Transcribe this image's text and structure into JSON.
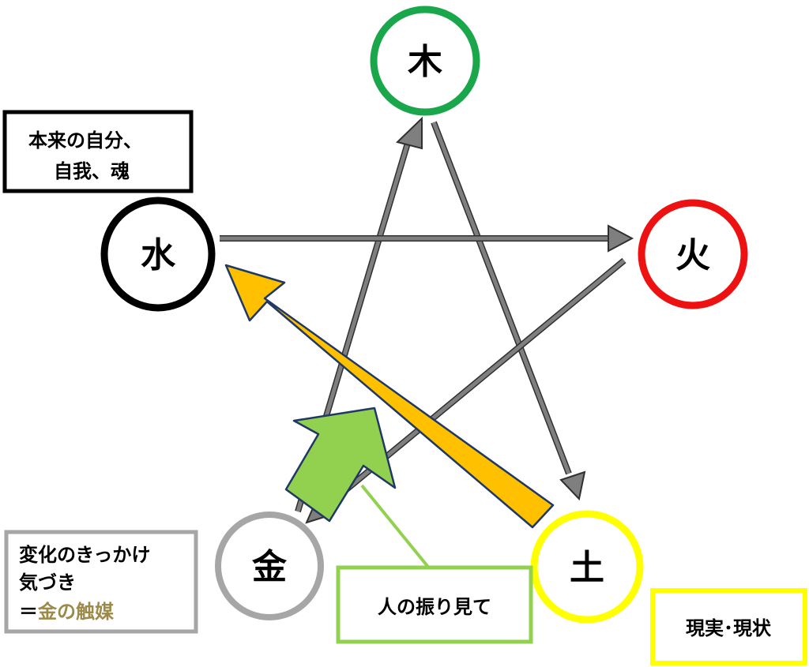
{
  "nodes": {
    "wood": {
      "label": "木",
      "color": "#1aa64a"
    },
    "fire": {
      "label": "火",
      "color": "#ee1111"
    },
    "earth": {
      "label": "土",
      "color": "#ffff00"
    },
    "metal": {
      "label": "金",
      "color": "#a6a6a6"
    },
    "water": {
      "label": "水",
      "color": "#000000"
    }
  },
  "boxes": {
    "self": {
      "line1": "本来の自分、",
      "line2": "自我、魂",
      "border_color": "#000000"
    },
    "trigger": {
      "line1": "変化のきっかけ",
      "line2": "気づき",
      "line2_color": "#ff0000",
      "line3_prefix": "＝",
      "line3_highlight": "金の触媒",
      "line3_highlight_color": "#9c8a4a",
      "border_color": "#a6a6a6"
    },
    "observe": {
      "text": "人の振り見て",
      "border_color": "#92d050"
    },
    "reality": {
      "text": "現実･現状",
      "border_color": "#ffff00"
    }
  },
  "arrows": {
    "gray_color": "#7f7f7f",
    "orange_color": "#ffc000",
    "green_color": "#92d050"
  }
}
